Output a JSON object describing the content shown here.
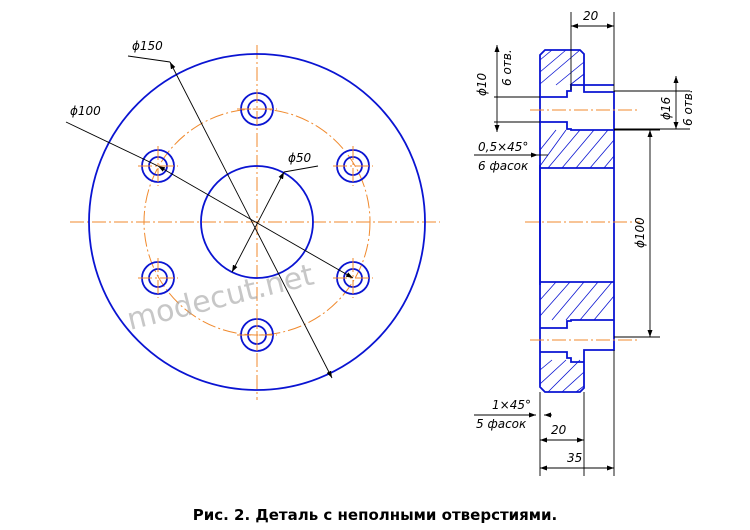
{
  "front_view": {
    "dims": {
      "d150": "ϕ150",
      "d100": "ϕ100",
      "d50": "ϕ50"
    }
  },
  "side_view": {
    "dims": {
      "top_20": "20",
      "hole_d10": "ϕ10",
      "hole_d10_count": "6 отв.",
      "hole_d16": "ϕ16",
      "hole_d16_count": "6 отв.",
      "chamfer_05": "0,5×45°",
      "chamfer_05_count": "6 фасок",
      "d100": "ϕ100",
      "chamfer_1": "1×45°",
      "chamfer_1_count": "5 фасок",
      "bottom_20": "20",
      "bottom_35": "35"
    }
  },
  "watermark": "modecut.net",
  "caption": "Рис. 2. Деталь с неполными отверстиями."
}
